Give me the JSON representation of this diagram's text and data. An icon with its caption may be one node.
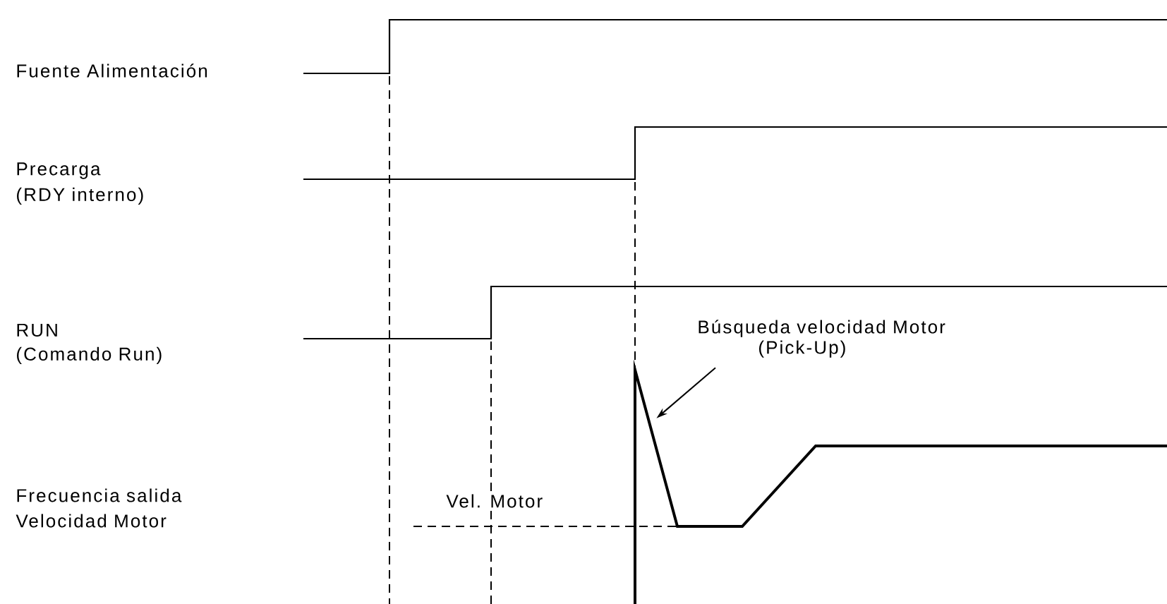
{
  "diagram": {
    "nodes": [
      {
        "text": [
          "Búsqueda velocidad Motor",
          "(Pick-Up)"
        ]
      },
      {
        "text": [],
        "shape": "picture"
      }
    ],
    "edges": [
      {
        "from": 0,
        "to": 1,
        "arrow": "to"
      }
    ],
    "labels": [
      "Fuente Alimentación",
      "Precarga",
      "(RDY interno)",
      "RUN",
      "(Comando Run)",
      "Frecuencia salida",
      "Velocidad Motor",
      "Vel. Motor"
    ]
  }
}
